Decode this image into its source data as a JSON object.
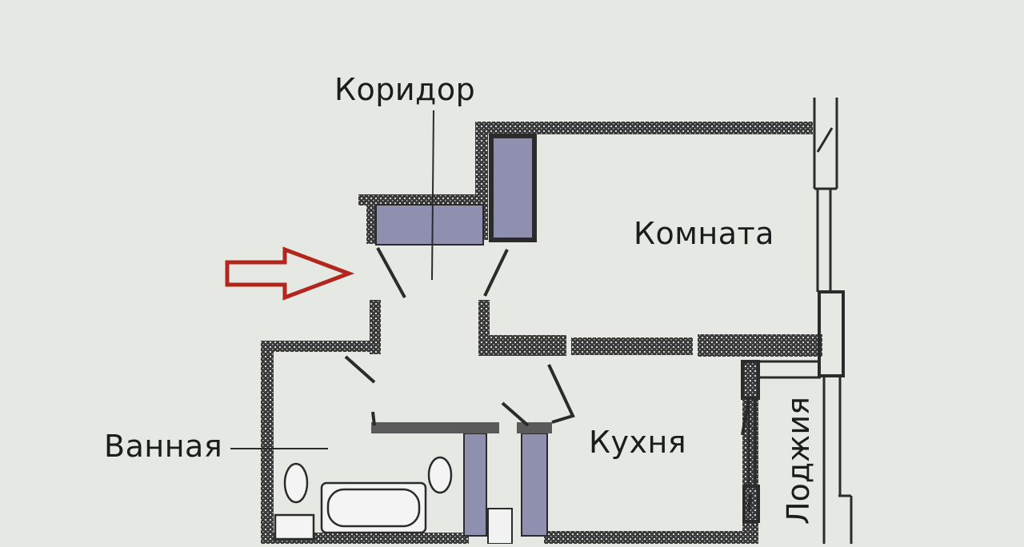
{
  "floor_plan": {
    "rooms": {
      "corridor": "Коридор",
      "room": "Комната",
      "kitchen": "Кухня",
      "bathroom": "Ванная",
      "loggia": "Лоджия"
    },
    "colors": {
      "background": "#e6e9e3",
      "wall": "#3a3a3a",
      "furniture": "#8f8fb0",
      "arrow": "#b3261e"
    }
  }
}
